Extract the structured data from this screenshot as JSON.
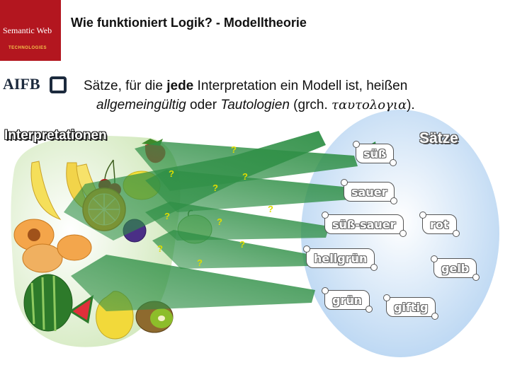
{
  "header": {
    "logo_line1": "Semantic Web",
    "logo_line2": "TECHNOLOGIES",
    "title": "Wie funktioniert Logik? - Modelltheorie"
  },
  "aifb": {
    "name": "AIFB"
  },
  "sentence": {
    "part1": "Sätze, für die ",
    "bold": "jede",
    "part2": " Interpretation ein Modell ist, heißen",
    "italic1": "allgemeingültig",
    "part3": " oder ",
    "italic2": "Tautologien",
    "part4": " (grch. ",
    "greek": "ταυτολογια",
    "part5": ")."
  },
  "labels": {
    "interpretations": "Interpretationen",
    "sentences": "Sätze"
  },
  "sentences": [
    "süß",
    "sauer",
    "süß-sauer",
    "rot",
    "hellgrün",
    "gelb",
    "grün",
    "giftig"
  ],
  "question_mark": "?",
  "colors": {
    "logo_red": "#b3161f",
    "logo_yellow": "#f4c34a",
    "arrow_green": "#2f8f46",
    "bubble_blue": "#b8d5f2",
    "blob_green": "#d8ecc6",
    "question_yellow": "#dedc00"
  }
}
